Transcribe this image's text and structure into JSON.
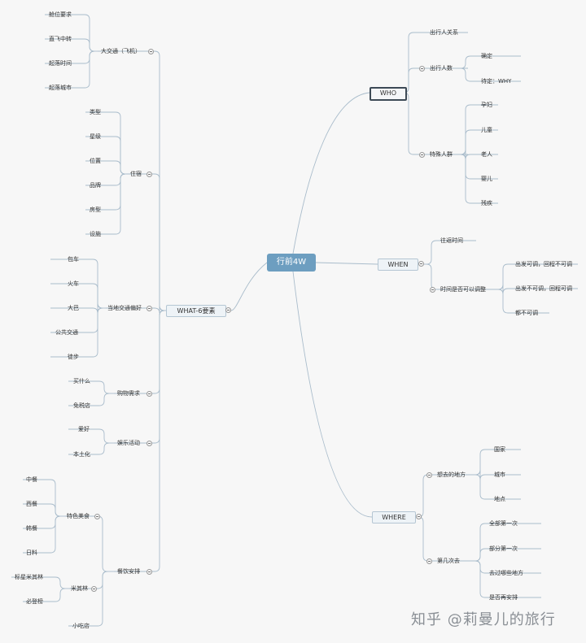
{
  "root": "行前4W",
  "watermark": "知乎 @莉曼儿的旅行",
  "who": {
    "title": "WHO",
    "relation": "出行人关系",
    "count": {
      "label": "出行人数",
      "items": [
        "确定",
        "待定：WHY"
      ]
    },
    "special": {
      "label": "特殊人群",
      "items": [
        "孕妇",
        "儿童",
        "老人",
        "婴儿",
        "残疾"
      ]
    }
  },
  "when": {
    "title": "WHEN",
    "time": "往返时间",
    "adjust": {
      "label": "时间是否可以调整",
      "items": [
        "出发可调，回程不可调",
        "出发不可调，回程可调",
        "都不可调"
      ]
    }
  },
  "where": {
    "title": "WHERE",
    "place": {
      "label": "想去的地方",
      "items": [
        "国家",
        "城市",
        "地点"
      ]
    },
    "times": {
      "label": "第几次去",
      "items": [
        "全部第一次",
        "部分第一次",
        "去过哪些地方",
        "是否再安排"
      ]
    }
  },
  "what": {
    "title": "WHAT-6要素",
    "transport": {
      "label": "大交通（飞机）",
      "items": [
        "舱位要求",
        "直飞中转",
        "起落时间",
        "起落城市"
      ]
    },
    "hotel": {
      "label": "住宿",
      "items": [
        "类型",
        "星级",
        "位置",
        "品牌",
        "房型",
        "设施"
      ]
    },
    "local": {
      "label": "当地交通偏好",
      "items": [
        "包车",
        "火车",
        "大巴",
        "公共交通",
        "徒步"
      ]
    },
    "shopping": {
      "label": "购物需求",
      "items": [
        "买什么",
        "免税店"
      ]
    },
    "fun": {
      "label": "娱乐活动",
      "items": [
        "爱好",
        "本土化"
      ]
    },
    "food": {
      "label": "餐饮安排",
      "special": {
        "label": "特色美食",
        "items": [
          "中餐",
          "西餐",
          "韩餐",
          "日料"
        ]
      },
      "michelin": {
        "label": "米其林",
        "items": [
          "标星米其林",
          "必登榜"
        ]
      },
      "snack": "小吃店"
    }
  }
}
